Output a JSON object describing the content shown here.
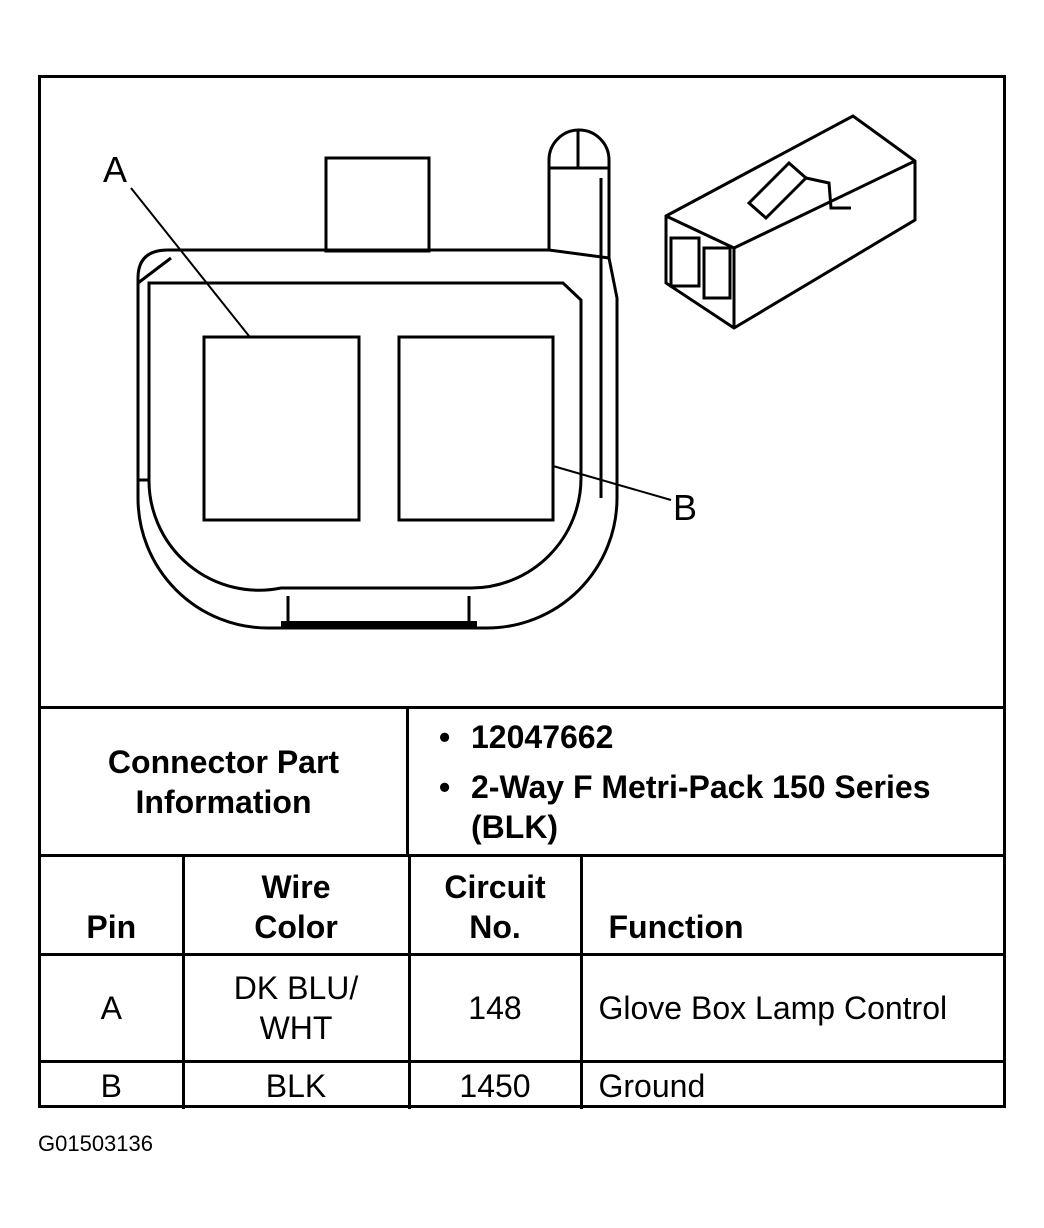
{
  "diagram": {
    "callouts": [
      {
        "id": "A",
        "label": "A"
      },
      {
        "id": "B",
        "label": "B"
      }
    ]
  },
  "connector_info": {
    "label": "Connector Part Information",
    "bullet": "•",
    "items": [
      "12047662",
      "2-Way F Metri-Pack 150 Series (BLK)"
    ]
  },
  "pin_table": {
    "headers": {
      "pin": "Pin",
      "wire_color": "Wire Color",
      "circuit_no": "Circuit No.",
      "function": "Function"
    },
    "rows": [
      {
        "pin": "A",
        "wire_color": "DK BLU/ WHT",
        "circuit_no": "148",
        "function": "Glove Box Lamp Control"
      },
      {
        "pin": "B",
        "wire_color": "BLK",
        "circuit_no": "1450",
        "function": "Ground"
      }
    ]
  },
  "figure_id": "G01503136"
}
